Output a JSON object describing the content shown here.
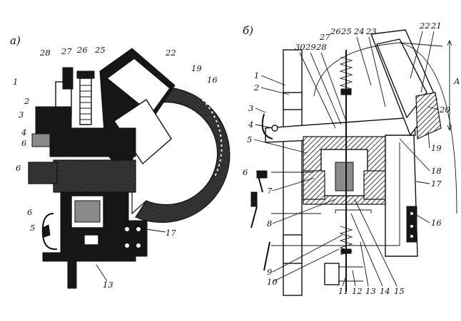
{
  "panels": {
    "a": {
      "tag": "а)",
      "labels": [
        "28",
        "27",
        "26",
        "25",
        "22",
        "19",
        "16",
        "1",
        "2",
        "3",
        "4",
        "6",
        "6",
        "6",
        "5",
        "17",
        "13"
      ]
    },
    "b": {
      "tag": "б)",
      "labels": [
        "30",
        "29",
        "28",
        "27",
        "26",
        "25",
        "24",
        "23",
        "22",
        "21",
        "1",
        "2",
        "3",
        "4",
        "5",
        "6",
        "7",
        "8",
        "9",
        "10",
        "11",
        "12",
        "13",
        "14",
        "15",
        "16",
        "17",
        "18",
        "19",
        "20",
        "А"
      ]
    }
  }
}
